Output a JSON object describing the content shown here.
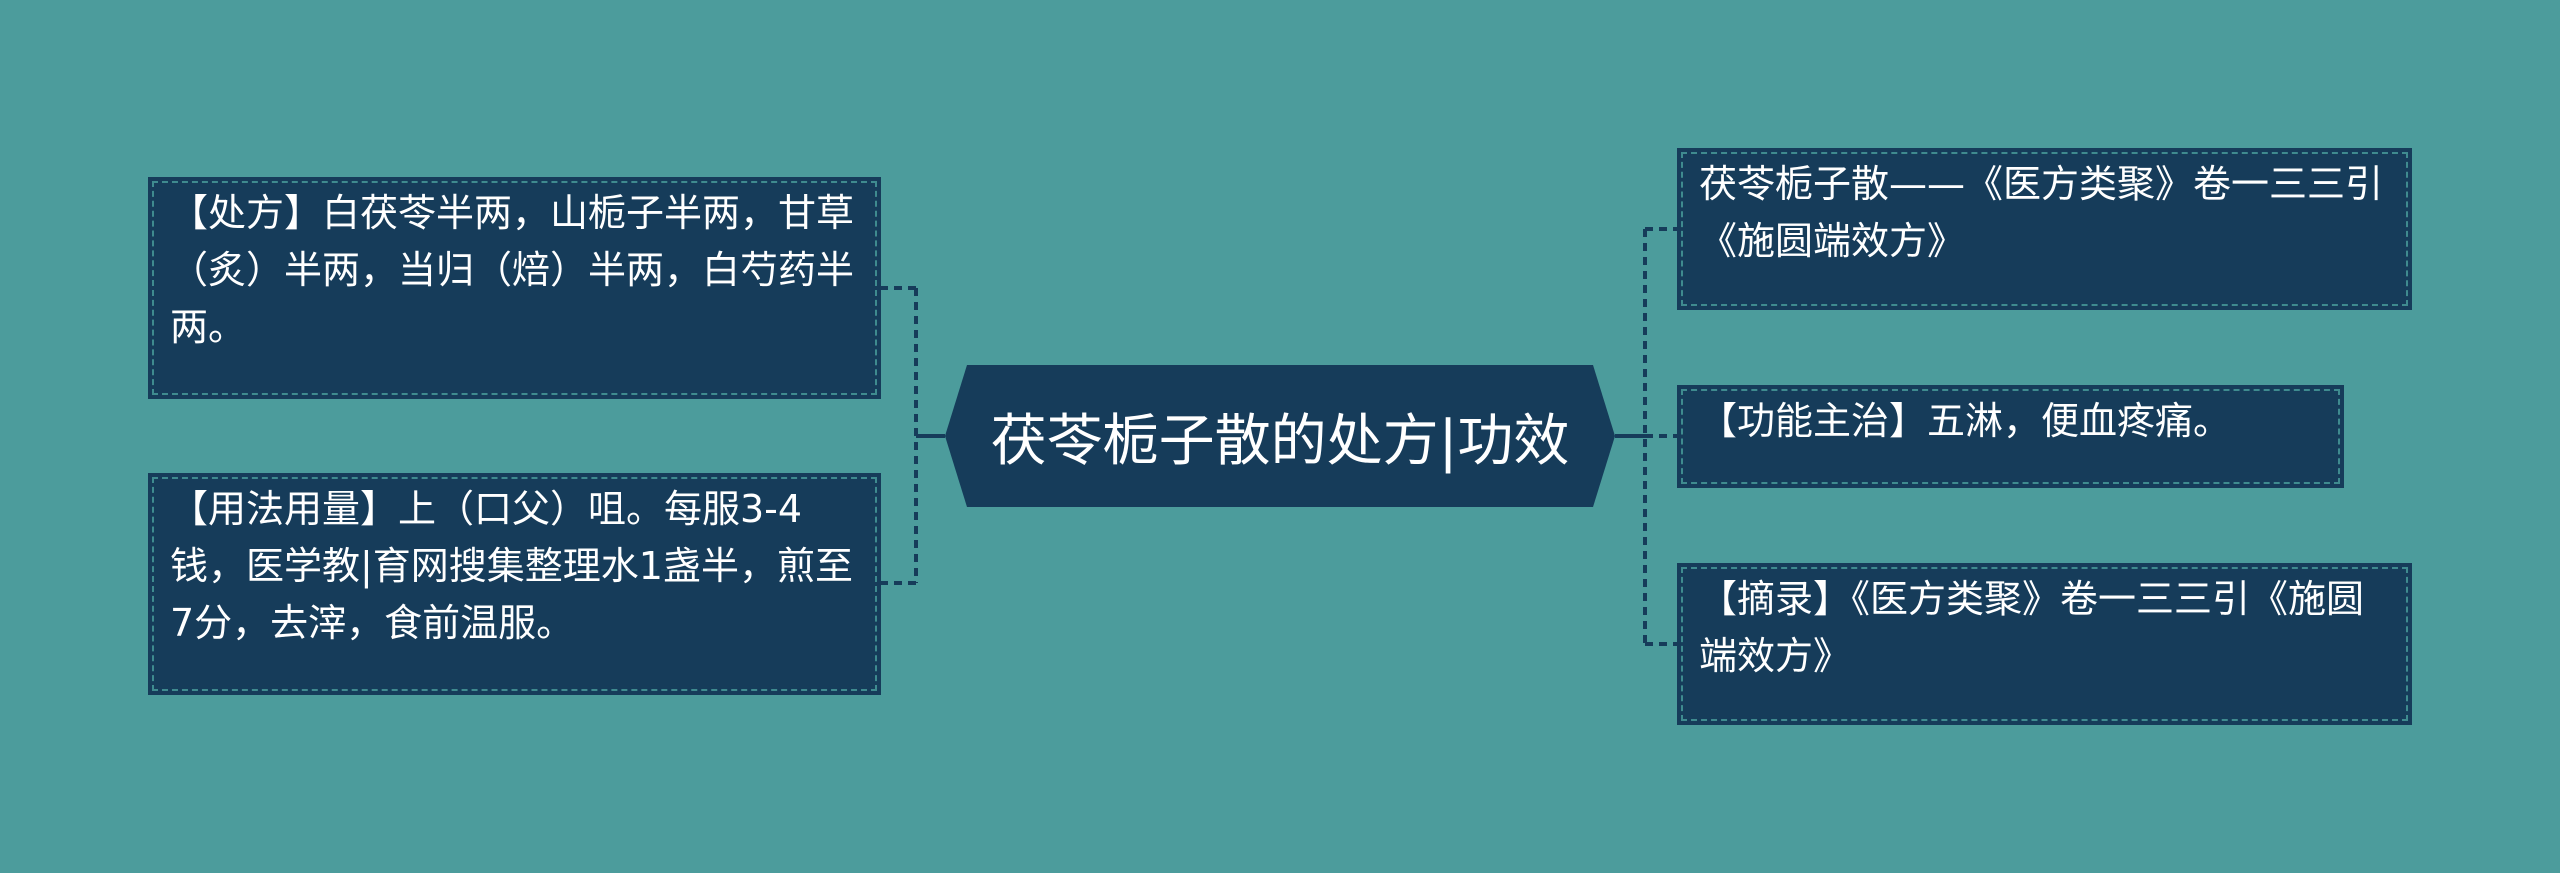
{
  "colors": {
    "background": "#4c9c9c",
    "node_fill": "#163c5a",
    "node_text": "#ffffff",
    "connector": "#163c5a"
  },
  "diagram": {
    "center": {
      "label": "茯苓栀子散的处方|功效"
    },
    "left_nodes": [
      {
        "id": "prescription",
        "text": "【处方】白茯苓半两，山栀子半两，甘草（炙）半两，当归（焙）半两，白芍药半两。"
      },
      {
        "id": "usage",
        "text": "【用法用量】上（口父）咀。每服3-4钱，医学教|育网搜集整理水1盏半，煎至7分，去滓，食前温服。"
      }
    ],
    "right_nodes": [
      {
        "id": "source",
        "text": "茯苓栀子散——《医方类聚》卷一三三引《施圆端效方》"
      },
      {
        "id": "function",
        "text": "【功能主治】五淋，便血疼痛。"
      },
      {
        "id": "excerpt",
        "text": "【摘录】《医方类聚》卷一三三引《施圆端效方》"
      }
    ]
  }
}
